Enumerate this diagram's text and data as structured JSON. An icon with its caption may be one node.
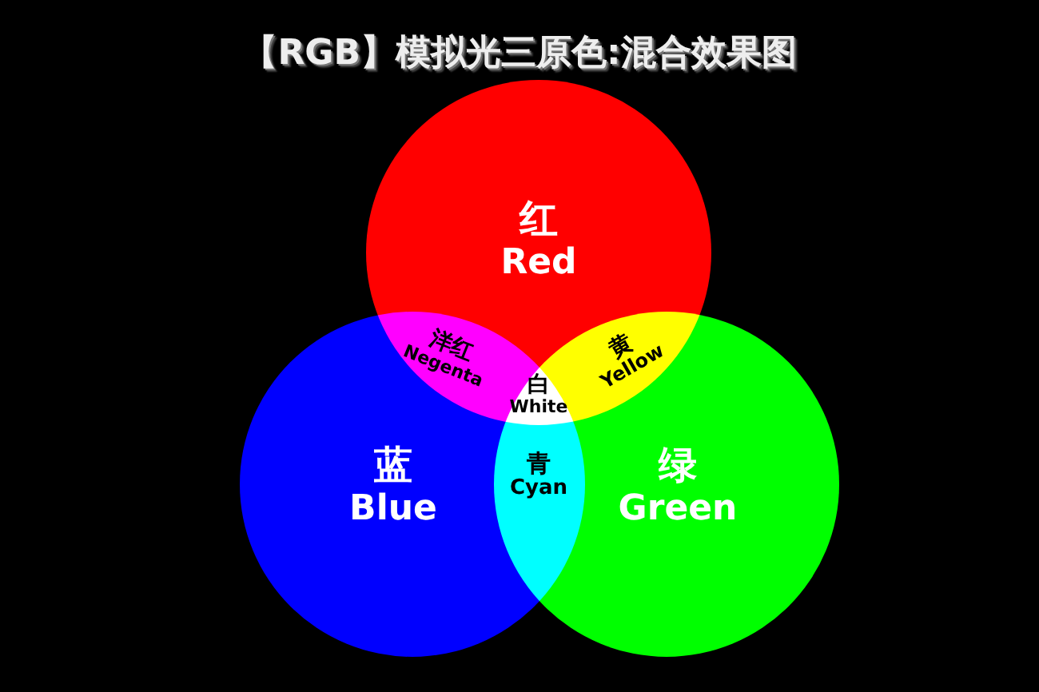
{
  "diagram": {
    "title": "【RGB】模拟光三原色:混合效果图",
    "nodes": [
      {
        "text": [
          "红",
          "Red"
        ]
      },
      {
        "text": [
          "洋红",
          "Negenta"
        ]
      },
      {
        "text": [
          "黄",
          "Yellow"
        ]
      },
      {
        "text": [
          "白",
          "White"
        ]
      },
      {
        "text": [
          "蓝",
          "Blue"
        ]
      },
      {
        "text": [
          "青",
          "Cyan"
        ]
      },
      {
        "text": [
          "绿",
          "Green"
        ]
      }
    ]
  }
}
